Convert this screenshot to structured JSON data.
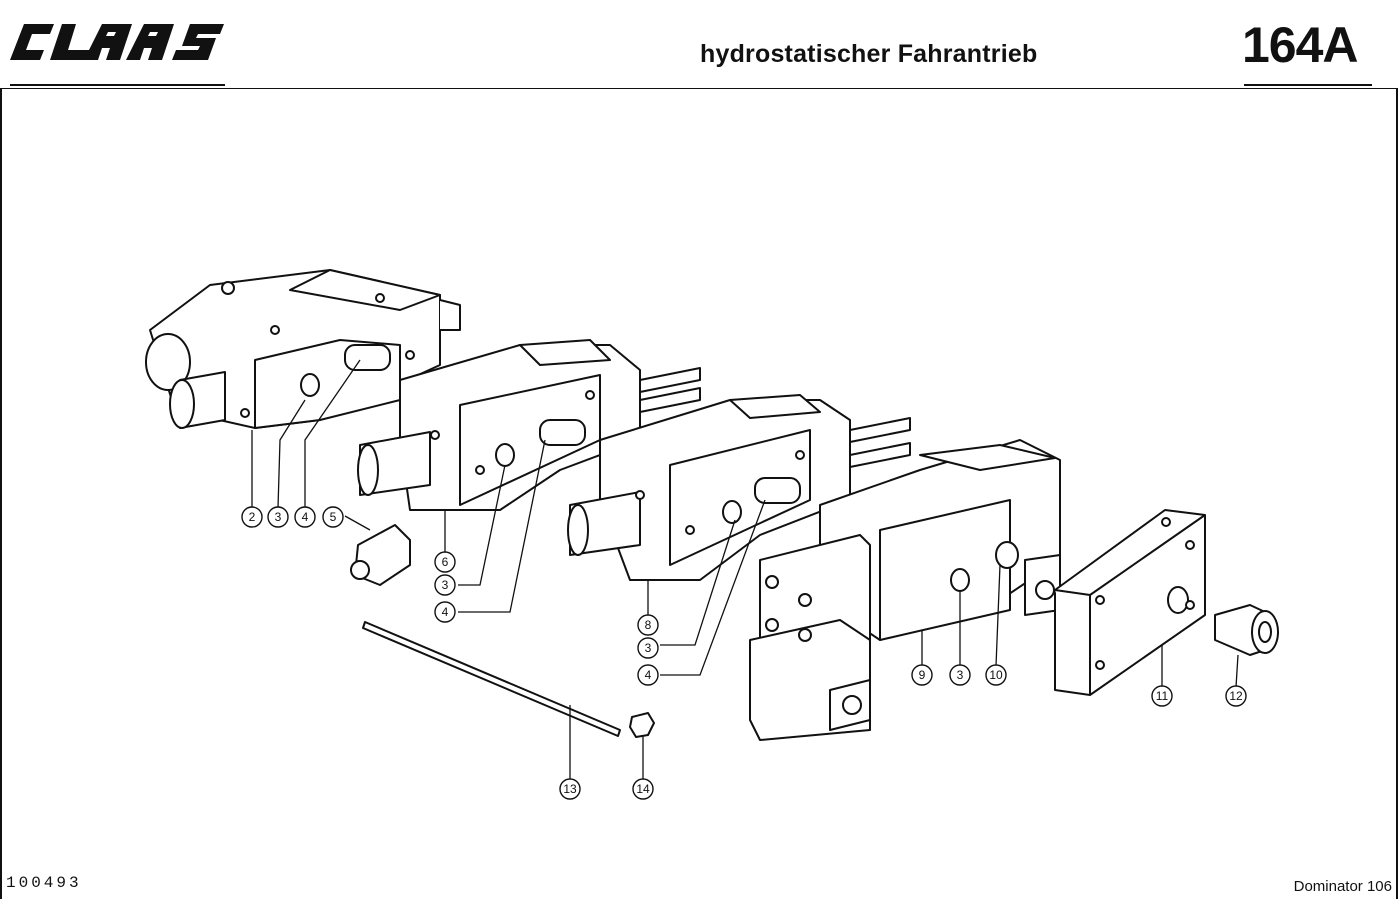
{
  "header": {
    "brand": "CLAAS",
    "title": "hydrostatischer Fahrantrieb",
    "page_number": "164A"
  },
  "footer": {
    "document_number": "100493",
    "model": "Dominator 106"
  },
  "callouts": [
    "2",
    "3",
    "4",
    "5",
    "6",
    "3",
    "4",
    "8",
    "3",
    "4",
    "9",
    "3",
    "10",
    "11",
    "12",
    "13",
    "14"
  ]
}
